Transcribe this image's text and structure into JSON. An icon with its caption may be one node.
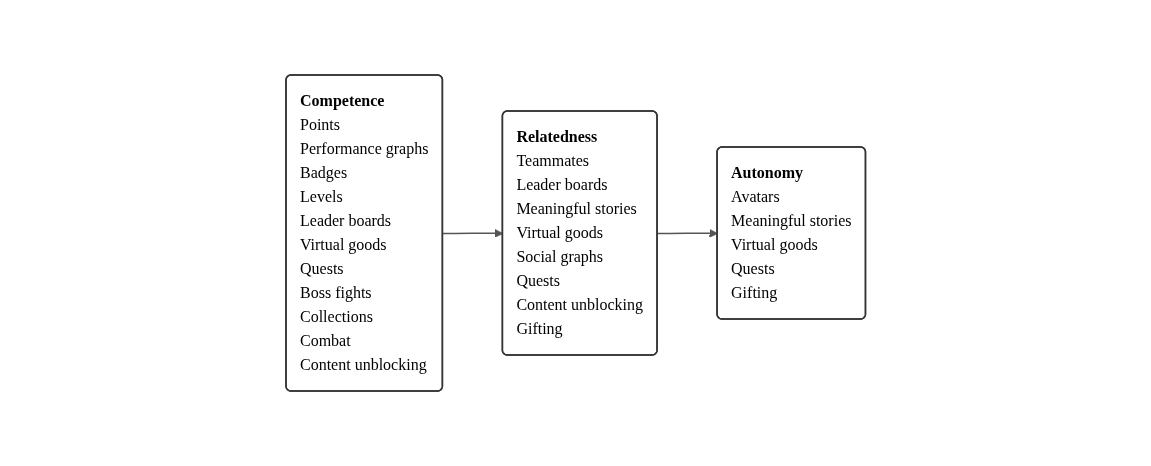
{
  "diagram": {
    "nodes": [
      {
        "text": [
          "Competence",
          "Points",
          "Performance graphs",
          "Badges",
          "Levels",
          "Leader boards",
          "Virtual goods",
          "Quests",
          "Boss fights",
          "Collections",
          "Combat",
          "Content unblocking"
        ]
      },
      {
        "text": [
          "Relatedness",
          "Teammates",
          "Leader boards",
          "Meaningful stories",
          "Virtual goods",
          "Social graphs",
          "Quests",
          "Content unblocking",
          "Gifting"
        ]
      },
      {
        "text": [
          "Autonomy",
          "Avatars",
          "Meaningful stories",
          "Virtual goods",
          "Quests",
          "Gifting"
        ]
      }
    ],
    "edges": [
      {
        "from": 0,
        "to": 1,
        "arrow": "to"
      },
      {
        "from": 1,
        "to": 2,
        "arrow": "to"
      }
    ]
  }
}
